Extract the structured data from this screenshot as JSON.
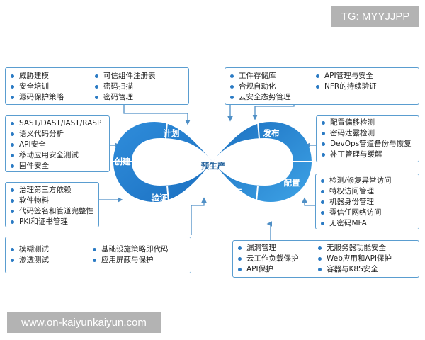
{
  "watermark_top": "TG: MYYJJPP",
  "watermark_bottom": "www.on-kaiyunkaiyun.com",
  "loop": {
    "plan": "计划",
    "create": "创建",
    "verify": "验证",
    "preprod": "预生产",
    "release": "发布",
    "configure": "配置",
    "operate": "运行"
  },
  "boxes": {
    "plan": {
      "left": [
        "威胁建模",
        "安全培训",
        "源码保护策略"
      ],
      "right": [
        "可信组件注册表",
        "密码扫描",
        "密码管理"
      ]
    },
    "create": [
      "SAST/DAST/IAST/RASP",
      "语义代码分析",
      "API安全",
      "移动应用安全测试",
      "固件安全"
    ],
    "verify": [
      "治理第三方依赖",
      "软件物料",
      "代码签名和管道完整性",
      "PKI和证书管理"
    ],
    "test": {
      "left": [
        "模糊测试",
        "渗透测试"
      ],
      "right": [
        "基础设施策略即代码",
        "应用屏蔽与保护"
      ]
    },
    "release": {
      "left": [
        "工件存储库",
        "合规自动化",
        "云安全态势管理"
      ],
      "right": [
        "API管理与安全",
        "NFR的持续验证"
      ]
    },
    "configure": [
      "配置偏移检测",
      "密码泄露检测",
      "DevOps管道备份与恢复",
      "补丁管理与缓解"
    ],
    "detect": [
      "检测/修复异常访问",
      "特权访问管理",
      "机器身份管理",
      "零信任网络访问",
      "无密码MFA"
    ],
    "operate": {
      "left": [
        "漏洞管理",
        "云工作负载保护",
        "API保护"
      ],
      "right": [
        "无服务器功能安全",
        "Web应用和API保护",
        "容器与K8S安全"
      ]
    }
  },
  "colors": {
    "loop_dark": "#1b6fc0",
    "loop_light": "#3ea3e6",
    "border": "#5a9dd0",
    "bullet": "#2b7bc4",
    "arrow": "#4f8fc6"
  }
}
